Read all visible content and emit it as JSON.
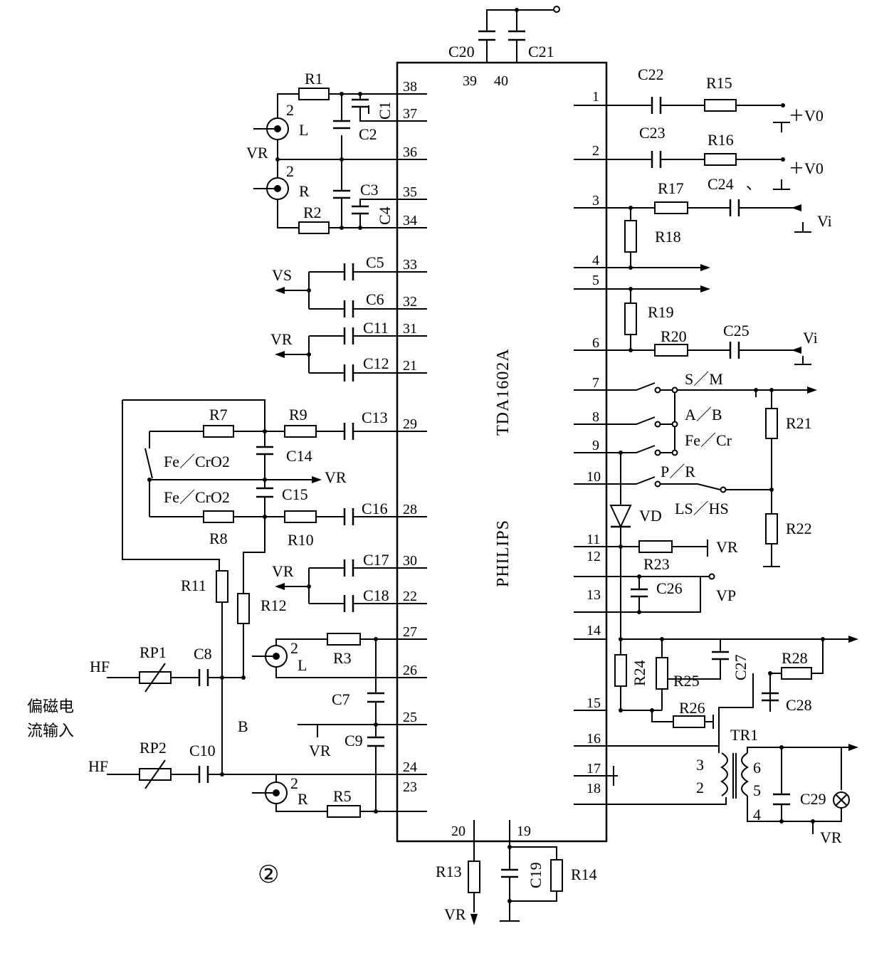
{
  "figure_number": "②",
  "ic": {
    "part_number": "TDA1602A",
    "maker": "PHILIPS",
    "left_pins": [
      "38",
      "37",
      "36",
      "35",
      "34",
      "33",
      "32",
      "31",
      "21",
      "29",
      "28",
      "30",
      "22",
      "27",
      "26",
      "25",
      "24",
      "23"
    ],
    "right_pins": [
      "1",
      "2",
      "3",
      "4",
      "5",
      "6",
      "7",
      "8",
      "9",
      "10",
      "11",
      "12",
      "13",
      "14",
      "15",
      "16",
      "17",
      "18"
    ],
    "top_pins": [
      "39",
      "40"
    ],
    "bottom_pins": [
      "20",
      "19"
    ]
  },
  "labels": {
    "c20": "C20",
    "c21": "C21",
    "r1": "R1",
    "c1": "C1",
    "c2": "C2",
    "vr_head": "VR",
    "head_l_pin": "2",
    "head_l": "L",
    "head_r_pin": "2",
    "head_r": "R",
    "c3": "C3",
    "c4": "C4",
    "r2": "R2",
    "vs": "VS",
    "c5": "C5",
    "c6": "C6",
    "vr_c11": "VR",
    "c11": "C11",
    "c12": "C12",
    "r7": "R7",
    "r9": "R9",
    "c13": "C13",
    "fe_cro2_a": "Fe／CrO2",
    "c14": "C14",
    "vr_mid": "VR",
    "fe_cro2_b": "Fe／CrO2",
    "c15": "C15",
    "r8": "R8",
    "r10": "R10",
    "c16": "C16",
    "vr_c17": "VR",
    "c17": "C17",
    "c18": "C18",
    "r11": "R11",
    "r12": "R12",
    "rec_l_pin": "2",
    "rec_l": "L",
    "r3": "R3",
    "c7": "C7",
    "vr_c9": "VR",
    "c9": "C9",
    "rec_r_pin": "2",
    "rec_r": "R",
    "r5": "R5",
    "hf1": "HF",
    "rp1": "RP1",
    "c8": "C8",
    "hf2": "HF",
    "rp2": "RP2",
    "c10": "C10",
    "bias_line1": "偏磁电",
    "bias_line2": "流输入",
    "node_b": "B",
    "c22": "C22",
    "r15": "R15",
    "vo1": "＋V0",
    "c23": "C23",
    "r16": "R16",
    "vo2": "＋V0",
    "r17": "R17",
    "c24": "C24",
    "c24_mark": "、",
    "vi1": "Vi",
    "r18": "R18",
    "r19": "R19",
    "r20": "R20",
    "c25": "C25",
    "vi2": "Vi",
    "sm": "S／M",
    "ab": "A／B",
    "fecr": "Fe／Cr",
    "r21": "R21",
    "pr": "P／R",
    "lshs": "LS／HS",
    "vd": "VD",
    "r22": "R22",
    "r23": "R23",
    "vr_r23": "VR",
    "c26": "C26",
    "vp": "VP",
    "r24": "R24",
    "r25": "R25",
    "c27": "C27",
    "r28": "R28",
    "c28": "C28",
    "r26": "R26",
    "tr1": "TR1",
    "tr_3": "3",
    "tr_2": "2",
    "tr_6": "6",
    "tr_5": "5",
    "tr_4": "4",
    "c29": "C29",
    "vr_tr": "VR",
    "r13": "R13",
    "c19": "C19",
    "r14": "R14",
    "vr_bottom": "VR"
  }
}
